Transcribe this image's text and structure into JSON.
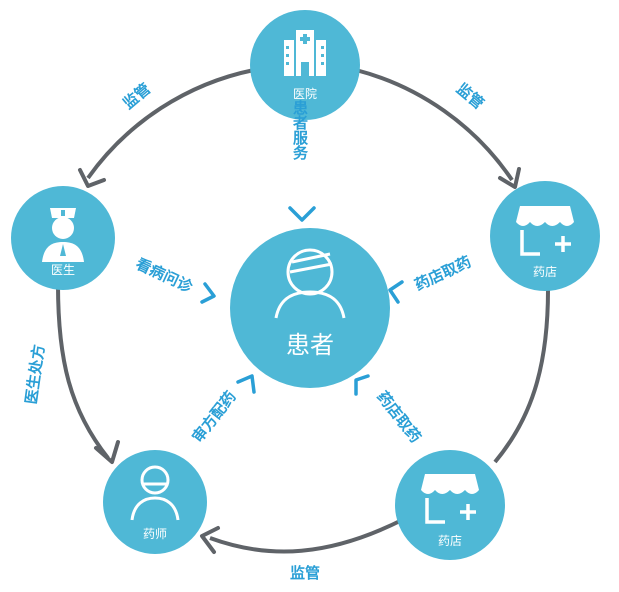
{
  "colors": {
    "node_fill": "#4fb8d6",
    "accent_text": "#2a9fd6",
    "ring_stroke": "#5f6368",
    "background": "#ffffff"
  },
  "center": {
    "label": "患者",
    "icon": "patient-icon"
  },
  "nodes": {
    "hospital": {
      "label": "医院",
      "icon": "hospital-building-icon"
    },
    "doctor": {
      "label": "医生",
      "icon": "doctor-icon"
    },
    "pharmacist": {
      "label": "药师",
      "icon": "pharmacist-icon"
    },
    "pharmacy_right": {
      "label": "药店",
      "icon": "pharmacy-awning-icon"
    },
    "pharmacy_bottom": {
      "label": "药店",
      "icon": "pharmacy-awning-icon"
    }
  },
  "ring_labels": {
    "supervise_left": "监管",
    "supervise_right": "监管",
    "supervise_bottom": "监管",
    "prescription": "医生处方"
  },
  "inner_labels": {
    "patient_service": "患者服务",
    "consultation": "看病问诊",
    "pharmacy_pickup_right": "药店取药",
    "review_dispense": "审方配药",
    "pharmacy_pickup_bottom": "药店取药"
  }
}
